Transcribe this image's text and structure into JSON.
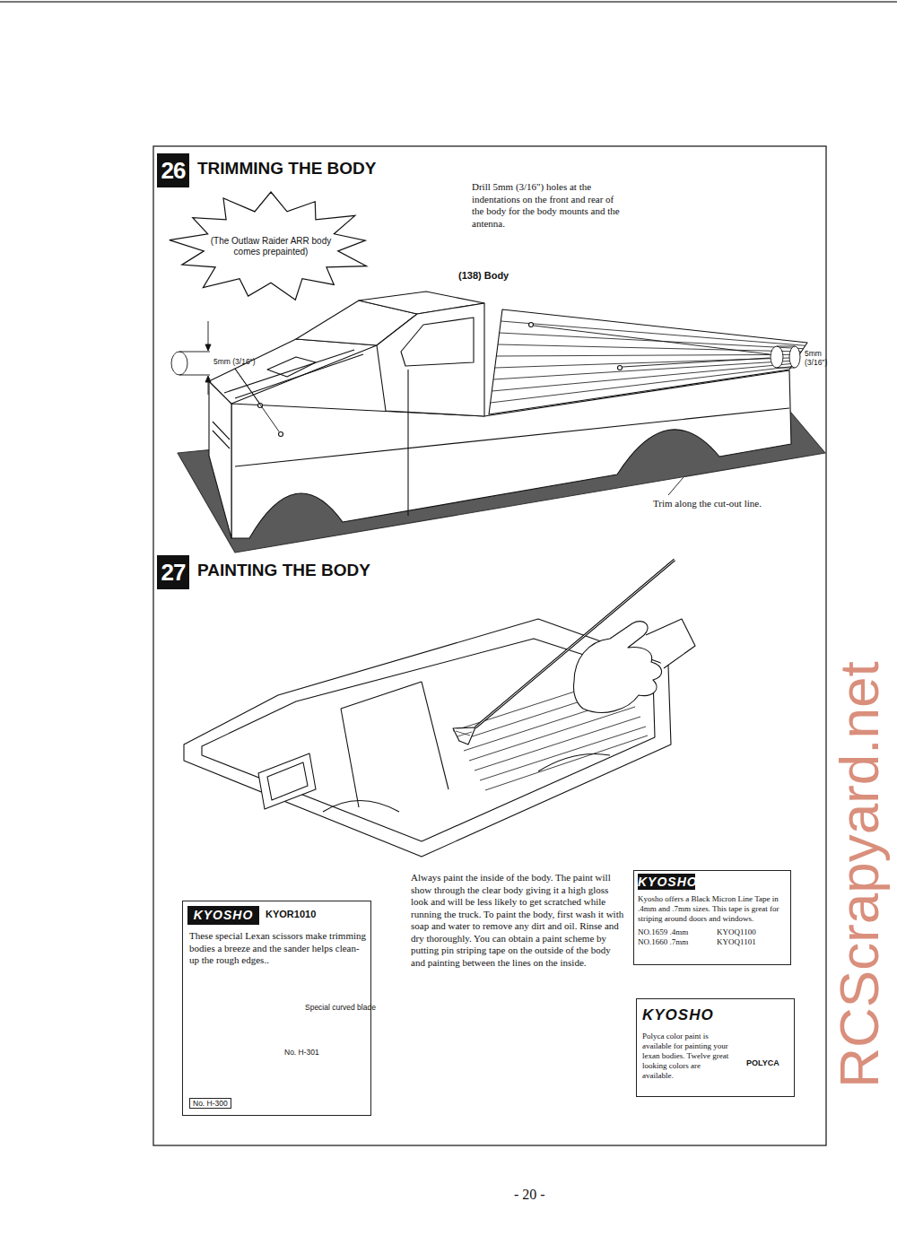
{
  "diagram": {
    "nodes": [
      {
        "text": [
          "26",
          "TRIMMING THE BODY"
        ]
      },
      {
        "text": [
          "(The Outlaw Raider ARR body comes prepainted)"
        ]
      },
      {
        "text": [
          "27",
          "PAINTING THE BODY"
        ]
      },
      {
        "text": [
          "KYOR1010",
          "These special Lexan scissors make trimming bodies a breeze and the sander helps clean-up the rough edges..",
          "Special curved blade",
          "No. H-301",
          "No. H-300"
        ]
      },
      {
        "text": [
          "KYOSHO"
        ],
        "in": 3
      },
      {
        "text": [
          "Kyosho offers a Black Micron Line Tape in .4mm and .7mm sizes. This tape is great for striping around doors and windows.",
          "NO.1659 .4mm",
          "KYOQ1100",
          "NO.1660 .7mm",
          "KYOQ1101"
        ]
      },
      {
        "text": [
          "KYOSHO"
        ],
        "in": 5
      },
      {
        "text": [
          "KYOSHO",
          "Polyca color paint is available for painting your lexan bodies. Twelve great looking colors are available.",
          "POLYCA"
        ]
      }
    ],
    "labels": [
      "Drill 5mm (3/16\") holes at the indentations on the front and rear of the body for the body mounts and the antenna.",
      "(138) Body",
      "5mm (3/16\")",
      "5mm (3/16\")",
      "Trim along the cut-out line.",
      "Always paint the inside of the body. The paint will show through the clear body giving it a high gloss look and will be less likely to get scratched while running the truck. To paint the body, first wash it with soap and water to remove any dirt and oil. Rinse and dry thoroughly. You can obtain a paint scheme by putting pin striping tape on the outside of the body and painting between the lines on the inside.",
      "- 20 -",
      "RCScrapyard.net"
    ]
  }
}
